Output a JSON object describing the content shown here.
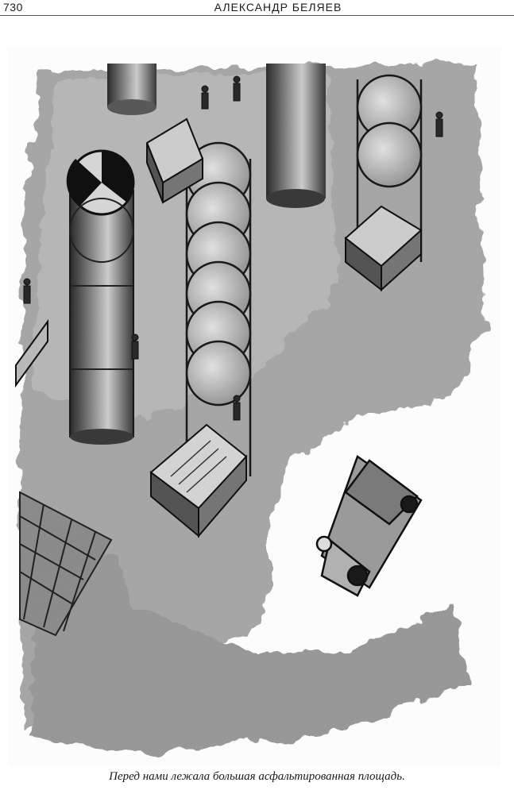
{
  "header": {
    "page_number": "730",
    "running_head": "АЛЕКСАНДР БЕЛЯЕВ"
  },
  "illustration": {
    "description_icon": "ink-drawing-city-square"
  },
  "caption": "Перед нами лежала большая асфальтированная площадь."
}
